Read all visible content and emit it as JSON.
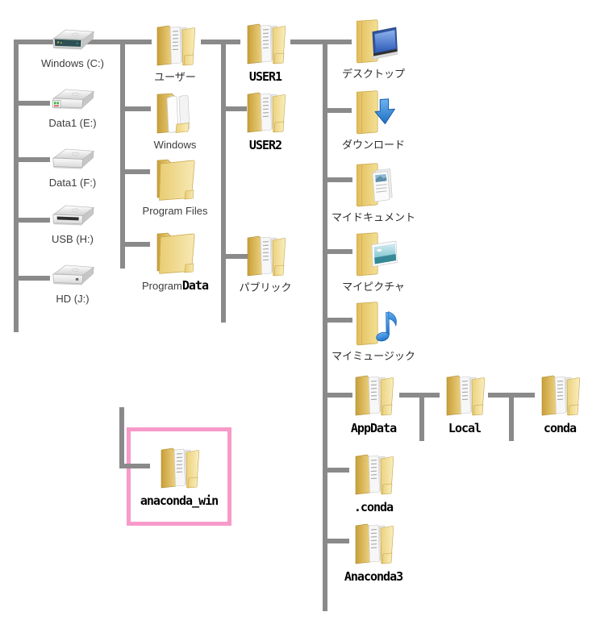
{
  "diagram_name": "windows-filesystem-tree",
  "colors": {
    "connector_line": "#8a8a8a",
    "highlight_border": "#f79ac9",
    "folder_gold": "#e9cd74",
    "edited_label_text": "#000000",
    "system_label_text": "#3c3c3c"
  },
  "drives": [
    {
      "label": "Windows (C:)",
      "icon": "hard-drive-icon"
    },
    {
      "label": "Data1 (E:)",
      "icon": "hard-drive-icon"
    },
    {
      "label": "Data1 (F:)",
      "icon": "hard-drive-icon"
    },
    {
      "label": "USB (H:)",
      "icon": "usb-drive-icon"
    },
    {
      "label": "HD (J:)",
      "icon": "hard-drive-icon"
    }
  ],
  "c_children": [
    {
      "label": "ユーザー",
      "icon": "folder-full-icon"
    },
    {
      "label": "Windows",
      "icon": "folder-pages-icon"
    },
    {
      "label": "Program Files",
      "icon": "folder-plain-icon"
    },
    {
      "label": "ProgramData",
      "part1": "Program",
      "part2": "Data",
      "icon": "folder-plain-icon"
    }
  ],
  "users_children": [
    {
      "label": "USER1",
      "icon": "folder-full-icon"
    },
    {
      "label": "USER2",
      "icon": "folder-full-icon"
    },
    {
      "label": "パブリック",
      "icon": "folder-full-icon"
    }
  ],
  "user1_children": [
    {
      "label": "デスクトップ",
      "icon": "desktop-folder-icon"
    },
    {
      "label": "ダウンロード",
      "icon": "download-folder-icon"
    },
    {
      "label": "マイドキュメント",
      "icon": "documents-folder-icon"
    },
    {
      "label": "マイピクチャ",
      "icon": "pictures-folder-icon"
    },
    {
      "label": "マイミュージック",
      "icon": "music-folder-icon"
    },
    {
      "label": "AppData",
      "icon": "folder-full-icon"
    },
    {
      "label": ".conda",
      "icon": "folder-full-icon"
    },
    {
      "label": "Anaconda3",
      "icon": "folder-full-icon"
    }
  ],
  "appdata_children": [
    {
      "label": "Local",
      "icon": "folder-full-icon"
    }
  ],
  "local_children": [
    {
      "label": "conda",
      "icon": "folder-full-icon"
    }
  ],
  "highlighted": {
    "label": "anaconda_win",
    "icon": "folder-full-icon"
  }
}
